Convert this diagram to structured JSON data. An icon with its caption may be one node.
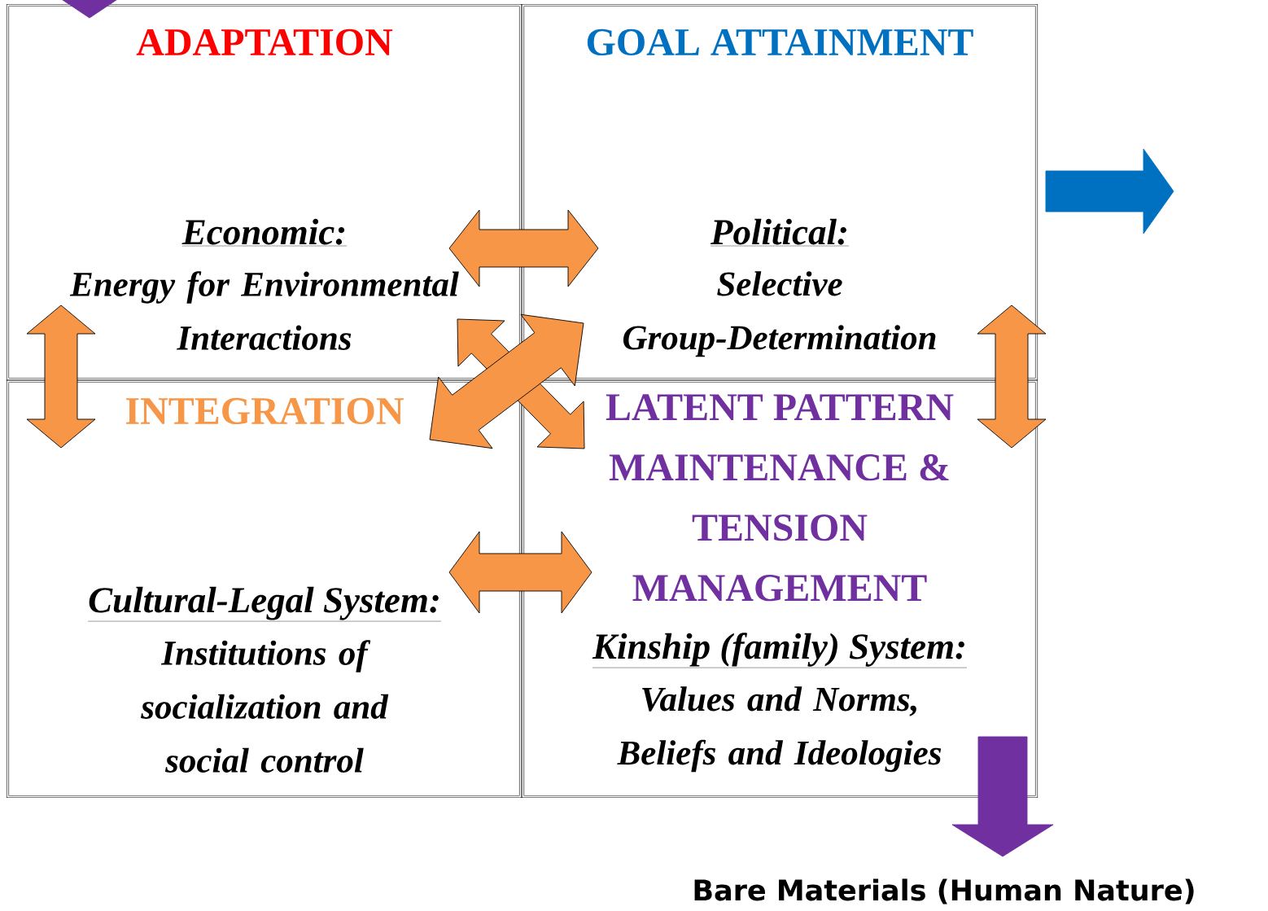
{
  "diagram": {
    "nodes": [
      {
        "text": [
          "ADAPTATION",
          "Economic:",
          "Energy for Environmental Interactions"
        ]
      },
      {
        "text": [
          "GOAL ATTAINMENT",
          "Political:",
          "Selective Group-Determination"
        ]
      },
      {
        "text": [
          "INTEGRATION",
          "Cultural-Legal System:",
          "Institutions of socialization and social control"
        ]
      },
      {
        "text": [
          "LATENT PATTERN MAINTENANCE & TENSION MANAGEMENT",
          "Kinship (family) System:",
          "Values and Norms, Beliefs and Ideologies"
        ]
      },
      {
        "text": [
          "Bare Materials (Human Nature)"
        ]
      }
    ],
    "edges": [
      {
        "from": 0,
        "to": 1,
        "arrow": "both"
      },
      {
        "from": 0,
        "to": 2,
        "arrow": "both"
      },
      {
        "from": 1,
        "to": 3,
        "arrow": "both"
      },
      {
        "from": 2,
        "to": 3,
        "arrow": "both"
      },
      {
        "from": 0,
        "to": 3,
        "arrow": "both"
      },
      {
        "from": 1,
        "to": 2,
        "arrow": "both"
      },
      {
        "from": 3,
        "to": 4,
        "arrow": "to",
        "color": "#7030a0"
      },
      {
        "from": 1,
        "to": null,
        "arrow": "to",
        "color": "#0070c0"
      },
      {
        "from": null,
        "to": 0,
        "arrow": "to",
        "color": "#7030a0"
      }
    ]
  }
}
